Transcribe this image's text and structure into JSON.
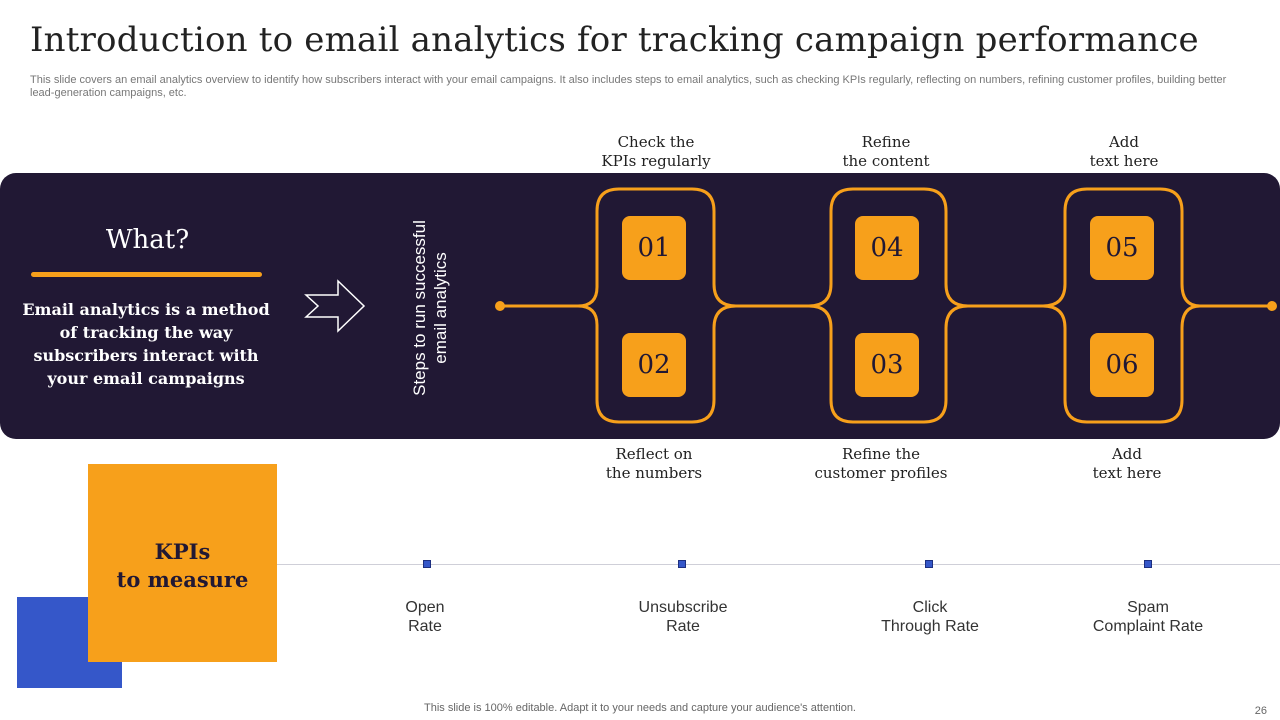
{
  "slide": {
    "title": "Introduction to email analytics for tracking campaign performance",
    "subtitle": "This slide covers an email analytics overview to identify how subscribers interact with your email campaigns. It also includes steps to email analytics, such as checking KPIs regularly, reflecting on numbers, refining customer profiles, building better lead-generation campaigns, etc.",
    "footer": "This slide is 100% editable. Adapt it to your needs and capture your audience's attention.",
    "page_number": "26"
  },
  "what": {
    "heading": "What?",
    "description": "Email analytics is a method of tracking the way subscribers interact with your email campaigns"
  },
  "steps_heading": "Steps to run successful email analytics",
  "steps": {
    "s01": {
      "number": "01",
      "label": "Check the\nKPIs regularly"
    },
    "s02": {
      "number": "02",
      "label": "Reflect on\nthe numbers"
    },
    "s03": {
      "number": "03",
      "label": "Refine the\ncustomer profiles"
    },
    "s04": {
      "number": "04",
      "label": "Refine\nthe content"
    },
    "s05": {
      "number": "05",
      "label": "Add\ntext here"
    },
    "s06": {
      "number": "06",
      "label": "Add\ntext here"
    }
  },
  "kpis": {
    "heading": "KPIs\nto measure",
    "items": [
      {
        "label": "Open\nRate"
      },
      {
        "label": "Unsubscribe\nRate"
      },
      {
        "label": "Click\nThrough  Rate"
      },
      {
        "label": "Spam\nComplaint Rate"
      }
    ]
  },
  "colors": {
    "accent_orange": "#f7a01b",
    "dark_navy": "#211834",
    "blue": "#3557c9"
  },
  "icons": {
    "arrow": "outlined-right-arrow-icon"
  }
}
